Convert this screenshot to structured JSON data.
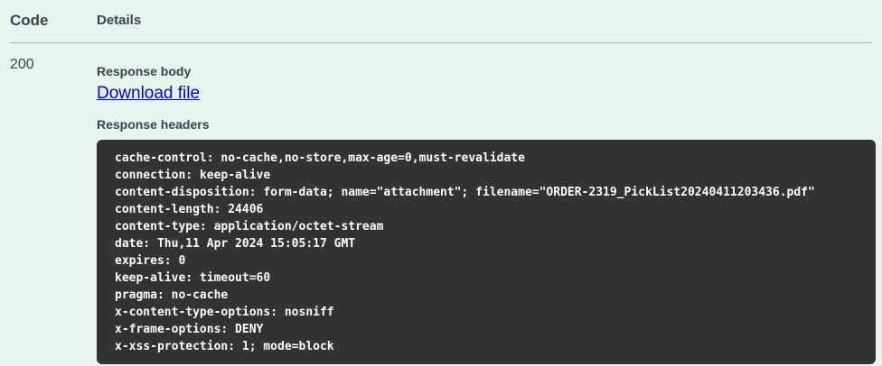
{
  "table": {
    "headers": {
      "code": "Code",
      "details": "Details"
    },
    "row": {
      "code": "200",
      "response_body_label": "Response body",
      "download_link": "Download file",
      "response_headers_label": "Response headers",
      "response_headers": [
        "cache-control: no-cache,no-store,max-age=0,must-revalidate",
        "connection: keep-alive",
        "content-disposition: form-data; name=\"attachment\"; filename=\"ORDER-2319_PickList20240411203436.pdf\"",
        "content-length: 24406",
        "content-type: application/octet-stream",
        "date: Thu,11 Apr 2024 15:05:17 GMT",
        "expires: 0",
        "keep-alive: timeout=60",
        "pragma: no-cache",
        "x-content-type-options: nosniff",
        "x-frame-options: DENY",
        "x-xss-protection: 1; mode=block"
      ]
    }
  },
  "colors": {
    "page_background": "#e8f4ee",
    "text": "#3b4151",
    "link": "#0000ee",
    "code_block_background": "#333333",
    "code_text": "#ffffff",
    "divider": "#9fb3ab"
  }
}
